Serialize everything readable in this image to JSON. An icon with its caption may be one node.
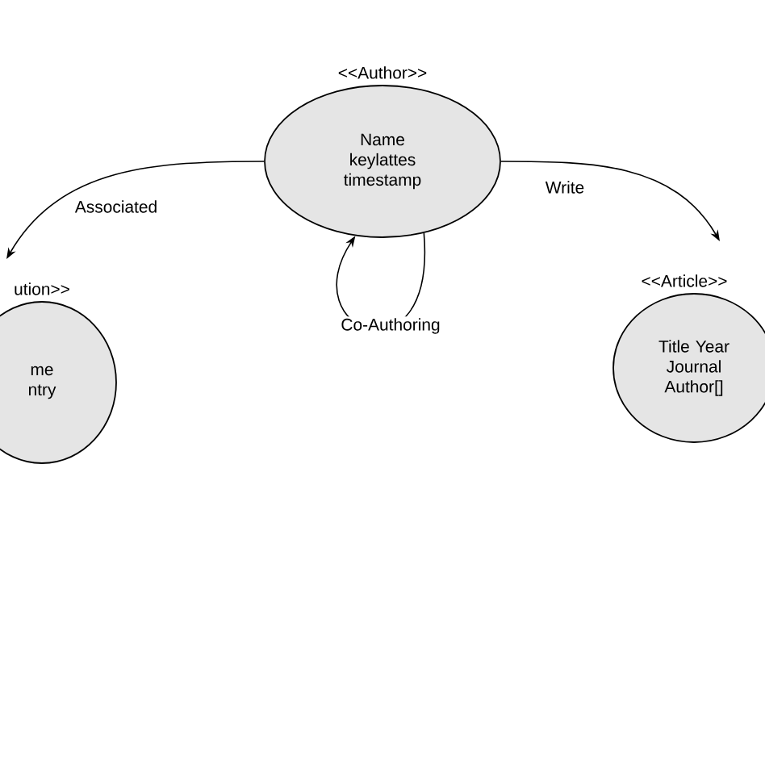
{
  "diagram": {
    "nodes": [
      {
        "text": [
          "<<Author>>",
          "Name keylattes timestamp"
        ]
      },
      {
        "text": [
          "ution>>",
          "me ntry"
        ]
      },
      {
        "text": [
          "<<Article>>",
          "Title Year Journal Author[]"
        ]
      }
    ],
    "edges": [
      {
        "from": 0,
        "to": 1,
        "arrow": "to",
        "label": "Associated"
      },
      {
        "from": 0,
        "to": 2,
        "arrow": "to",
        "label": "Write"
      },
      {
        "from": 0,
        "to": 0,
        "arrow": "to",
        "label": "Co-Authoring"
      }
    ]
  }
}
